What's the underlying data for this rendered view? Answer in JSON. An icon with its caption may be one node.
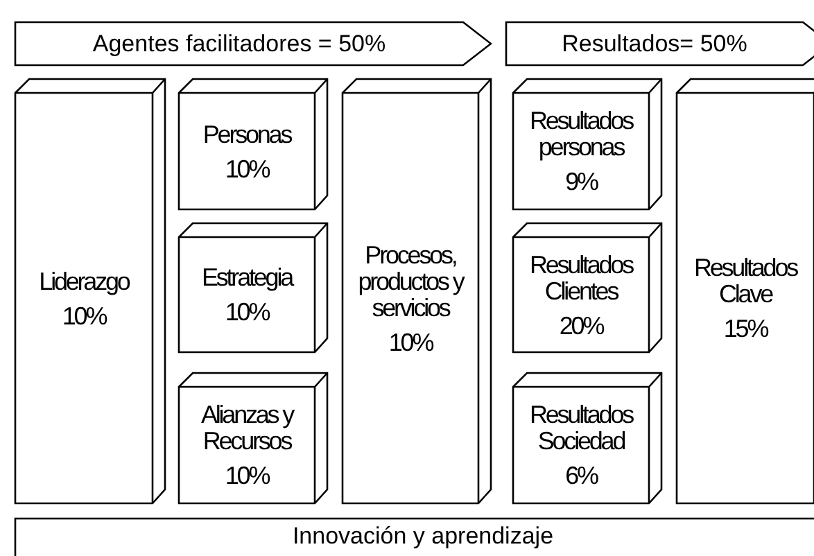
{
  "diagram": {
    "nodes": [
      {
        "text": [
          "Agentes facilitadores = 50%"
        ]
      },
      {
        "text": [
          "Resultados= 50%"
        ]
      },
      {
        "text": [
          "Liderazgo",
          "10%"
        ]
      },
      {
        "text": [
          "Personas",
          "10%"
        ]
      },
      {
        "text": [
          "Estrategia",
          "10%"
        ]
      },
      {
        "text": [
          "Alianzas y Recursos",
          "10%"
        ]
      },
      {
        "text": [
          "Procesos, productos y servicios",
          "10%"
        ]
      },
      {
        "text": [
          "Resultados personas",
          "9%"
        ]
      },
      {
        "text": [
          "Resultados Clientes",
          "20%"
        ]
      },
      {
        "text": [
          "Resultados Sociedad",
          "6%"
        ]
      },
      {
        "text": [
          "Resultados Clave",
          "15%"
        ]
      },
      {
        "text": [
          "Innovación y aprendizaje"
        ]
      }
    ],
    "edges": []
  }
}
